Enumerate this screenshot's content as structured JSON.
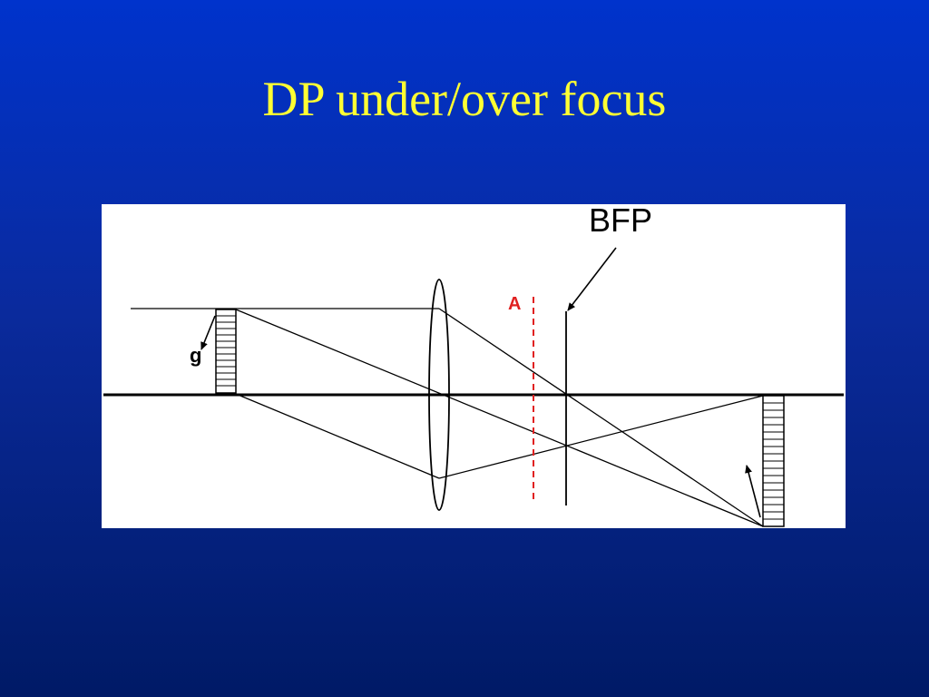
{
  "slide": {
    "title": "DP under/over focus"
  },
  "diagram": {
    "labels": {
      "bfp": "BFP",
      "plane_a": "A",
      "object": "g"
    },
    "colors": {
      "background_top": "#0033cc",
      "background_bottom": "#001a66",
      "title": "#ffff33",
      "panel": "#ffffff",
      "line": "#000000",
      "plane_a": "#e02020"
    }
  }
}
